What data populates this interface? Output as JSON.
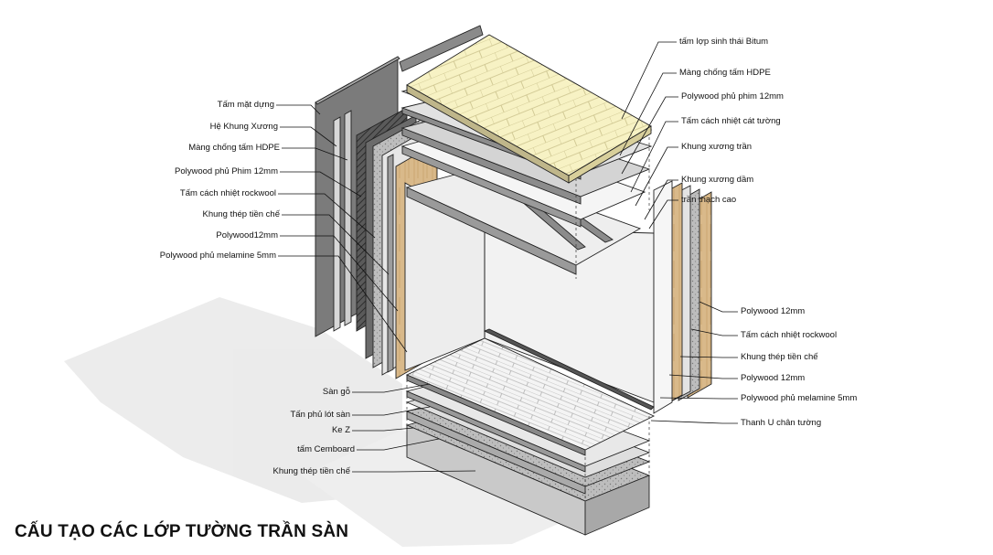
{
  "title": "CẤU TẠO CÁC LỚP TƯỜNG TRẦN SÀN",
  "labels": {
    "left_wall": [
      "Tấm mặt dựng",
      "Hệ Khung Xương",
      "Màng chống tấm HDPE",
      "Polywood phủ Phim 12mm",
      "Tấm cách nhiệt rockwool",
      "Khung thép tiền chế",
      "Polywood12mm",
      "Polywood phủ melamine 5mm"
    ],
    "roof": [
      "tấm lợp sinh thái Bitum",
      "Màng chống tấm HDPE",
      "Polywood phủ phim 12mm",
      "Tấm cách nhiệt cát tường",
      "Khung xương trần",
      "Khung xương dầm",
      "trần thạch cao"
    ],
    "right_wall": [
      "Polywood 12mm",
      "Tấm cách nhiệt rockwool",
      "Khung thép tiền chế",
      "Polywood 12mm",
      "Polywood phủ melamine 5mm",
      "Thanh U chân tường"
    ],
    "floor": [
      "Sàn gỗ",
      "Tấn phủ lót sàn",
      "Ke Z",
      "tấm Cemboard",
      "Khung thép tiền chế"
    ]
  }
}
